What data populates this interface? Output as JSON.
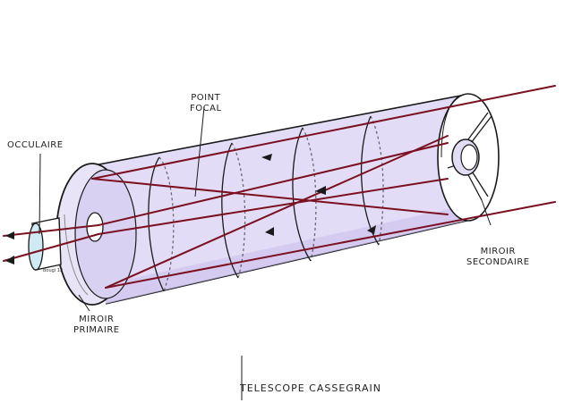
{
  "diagram": {
    "labels": {
      "oculaire": "OCCULAIRE",
      "point_focal_line1": "POINT",
      "point_focal_line2": "FOCAL",
      "miroir_primaire_line1": "MIROIR",
      "miroir_primaire_line2": "PRIMAIRE",
      "miroir_secondaire_line1": "MIROIR",
      "miroir_secondaire_line2": "SECONDAIRE"
    },
    "caption": "TELESCOPE CASSEGRAIN",
    "signature": "Bougi 12"
  },
  "colors": {
    "tube_fill": "#e3dcf6",
    "tube_shade": "#cfc3ee",
    "ray": "#7a1020",
    "outline": "#1a1a1a",
    "eyepiece_fill": "#cfeaf2"
  }
}
